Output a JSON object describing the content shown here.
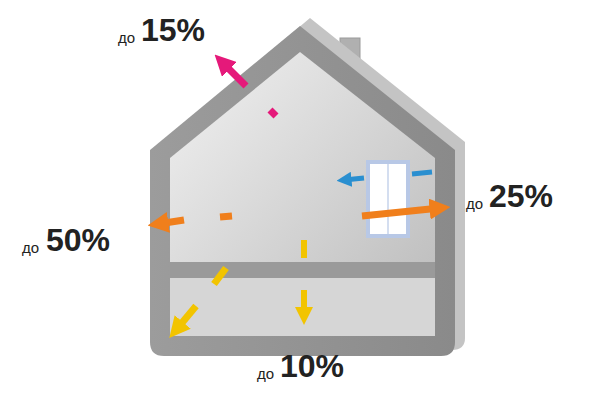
{
  "diagram": {
    "labels": [
      "до",
      "15%",
      "до",
      "50%",
      "до",
      "25%",
      "до",
      "10%"
    ]
  }
}
